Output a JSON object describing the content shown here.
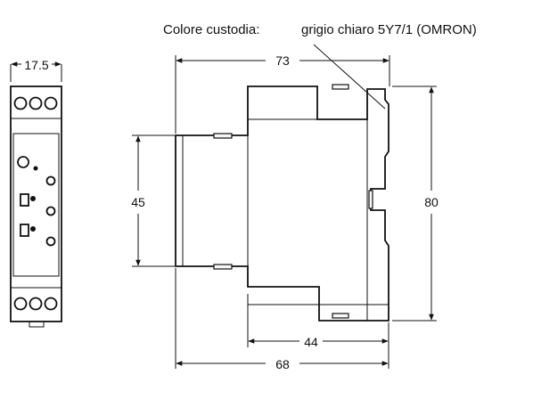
{
  "note": {
    "label": "Colore custodia:",
    "value": "grigio chiaro 5Y7/1 (OMRON)"
  },
  "dimensions": {
    "front_width": "17.5",
    "depth_total": "73",
    "depth_body": "68",
    "depth_base": "44",
    "height_total": "80",
    "height_front": "45"
  }
}
